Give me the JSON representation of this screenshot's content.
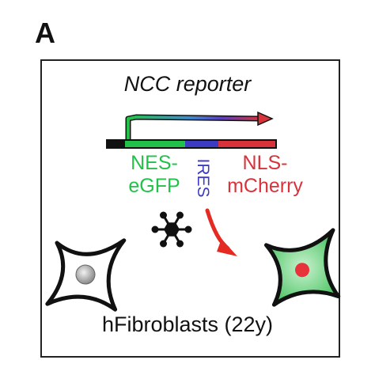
{
  "panel_letter": "A",
  "reporter": {
    "title": "NCC reporter",
    "segments": {
      "nes_egfp": "NES-\neGFP",
      "ires": "IRES",
      "nls_mcherry": "NLS-\nmCherry"
    }
  },
  "cell_label": "hFibroblasts (22y)",
  "colors": {
    "green": "#22c24a",
    "blue": "#3b3bc4",
    "red": "#d8333b",
    "black": "#111111"
  },
  "icons": {
    "left_cell": "unlabeled-fibroblast-icon",
    "right_cell": "fluorescent-fibroblast-icon",
    "compound": "small-molecule-icon",
    "arrow": "curved-arrow-icon"
  }
}
